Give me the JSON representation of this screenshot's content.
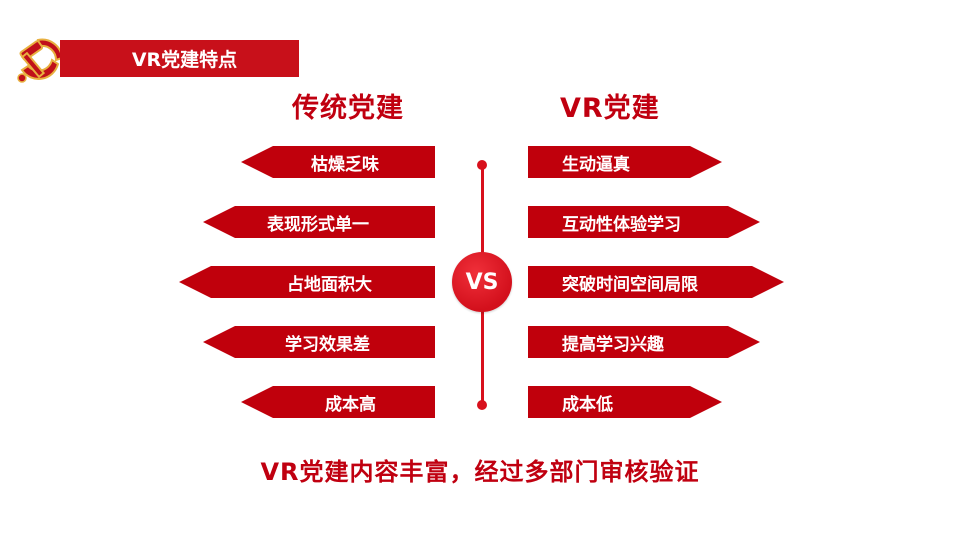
{
  "header": {
    "title": "VR党建特点",
    "emblem_icon": "hammer-sickle-icon"
  },
  "columns": {
    "left": {
      "heading": "传统党建",
      "items": [
        "枯燥乏味",
        "表现形式单一",
        "占地面积大",
        "学习效果差",
        "成本高"
      ]
    },
    "right": {
      "heading": "VR党建",
      "items": [
        "生动逼真",
        "互动性体验学习",
        "突破时间空间局限",
        "提高学习兴趣",
        "成本低"
      ]
    }
  },
  "center": {
    "vs_label": "VS"
  },
  "footer": {
    "text": "VR党建内容丰富，经过多部门审核验证"
  },
  "colors": {
    "primary_red": "#c0000c",
    "heading_red": "#c00010",
    "accent_gold": "#e8b040"
  }
}
